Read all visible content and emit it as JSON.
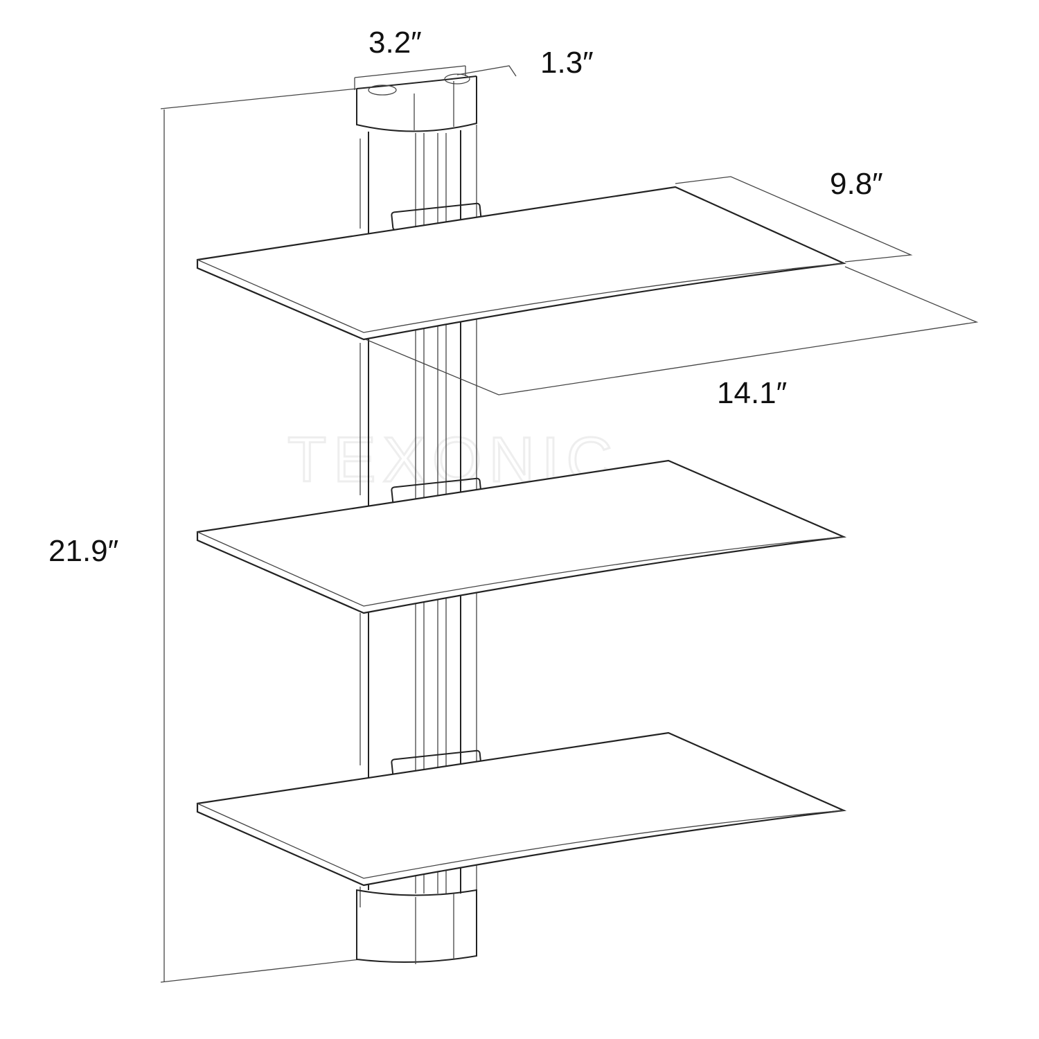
{
  "watermark": "TEXONIC",
  "dimensions": {
    "width_bracket": "3.2″",
    "depth_bracket": "1.3″",
    "shelf_depth": "9.8″",
    "shelf_width": "14.1″",
    "total_height": "21.9″"
  },
  "colors": {
    "line": "#222222",
    "background": "#ffffff"
  }
}
